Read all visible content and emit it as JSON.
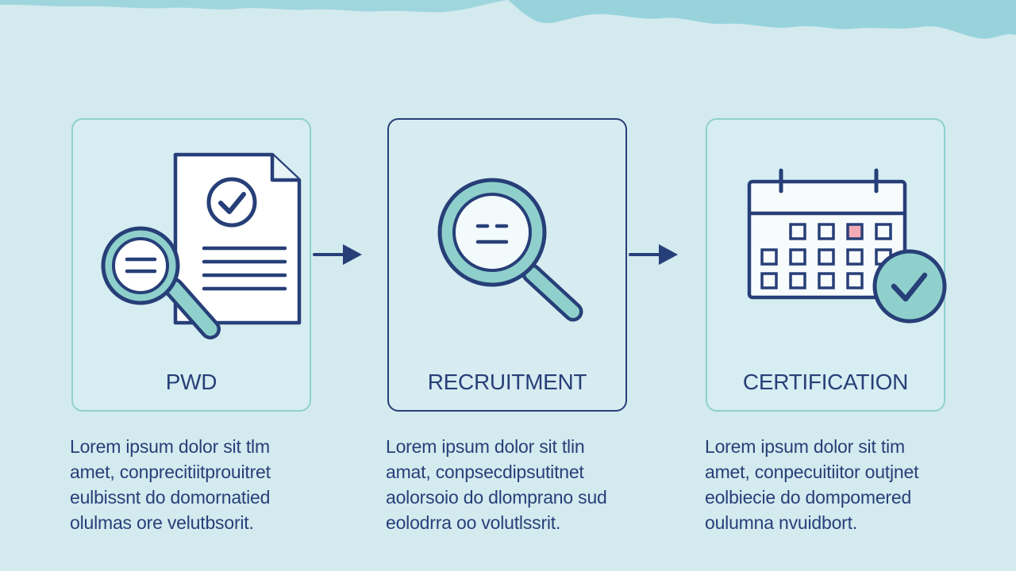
{
  "colors": {
    "background": "#d3eaef",
    "navy": "#273f78",
    "teal": "#8fd0cc",
    "accent_pink": "#f5aab8"
  },
  "steps": [
    {
      "label": "PWD",
      "icon": "document-search-icon",
      "description": [
        "Lorem ipsum dolor sit tlm",
        "amet, conprecitiitprouitret",
        "eulbissnt do domornatied",
        "olulmas ore velutbsorit."
      ]
    },
    {
      "label": "RECRUITMENT",
      "icon": "magnifying-glass-icon",
      "description": [
        "Lorem ipsum dolor sit tlin",
        "amat, conpsecdipsutitnet",
        "aolorsoio do dlomprano sud",
        "eolodrra oo volutlssrit."
      ]
    },
    {
      "label": "CERTIFICATION",
      "icon": "calendar-check-icon",
      "description": [
        "Lorem ipsum dolor sit tim",
        "amet, conpecuitiitor outjnet",
        "eolbiecie do dompomered",
        "oulumna nvuidbort."
      ]
    }
  ],
  "arrows": [
    "arrow-right-icon",
    "arrow-right-icon"
  ]
}
